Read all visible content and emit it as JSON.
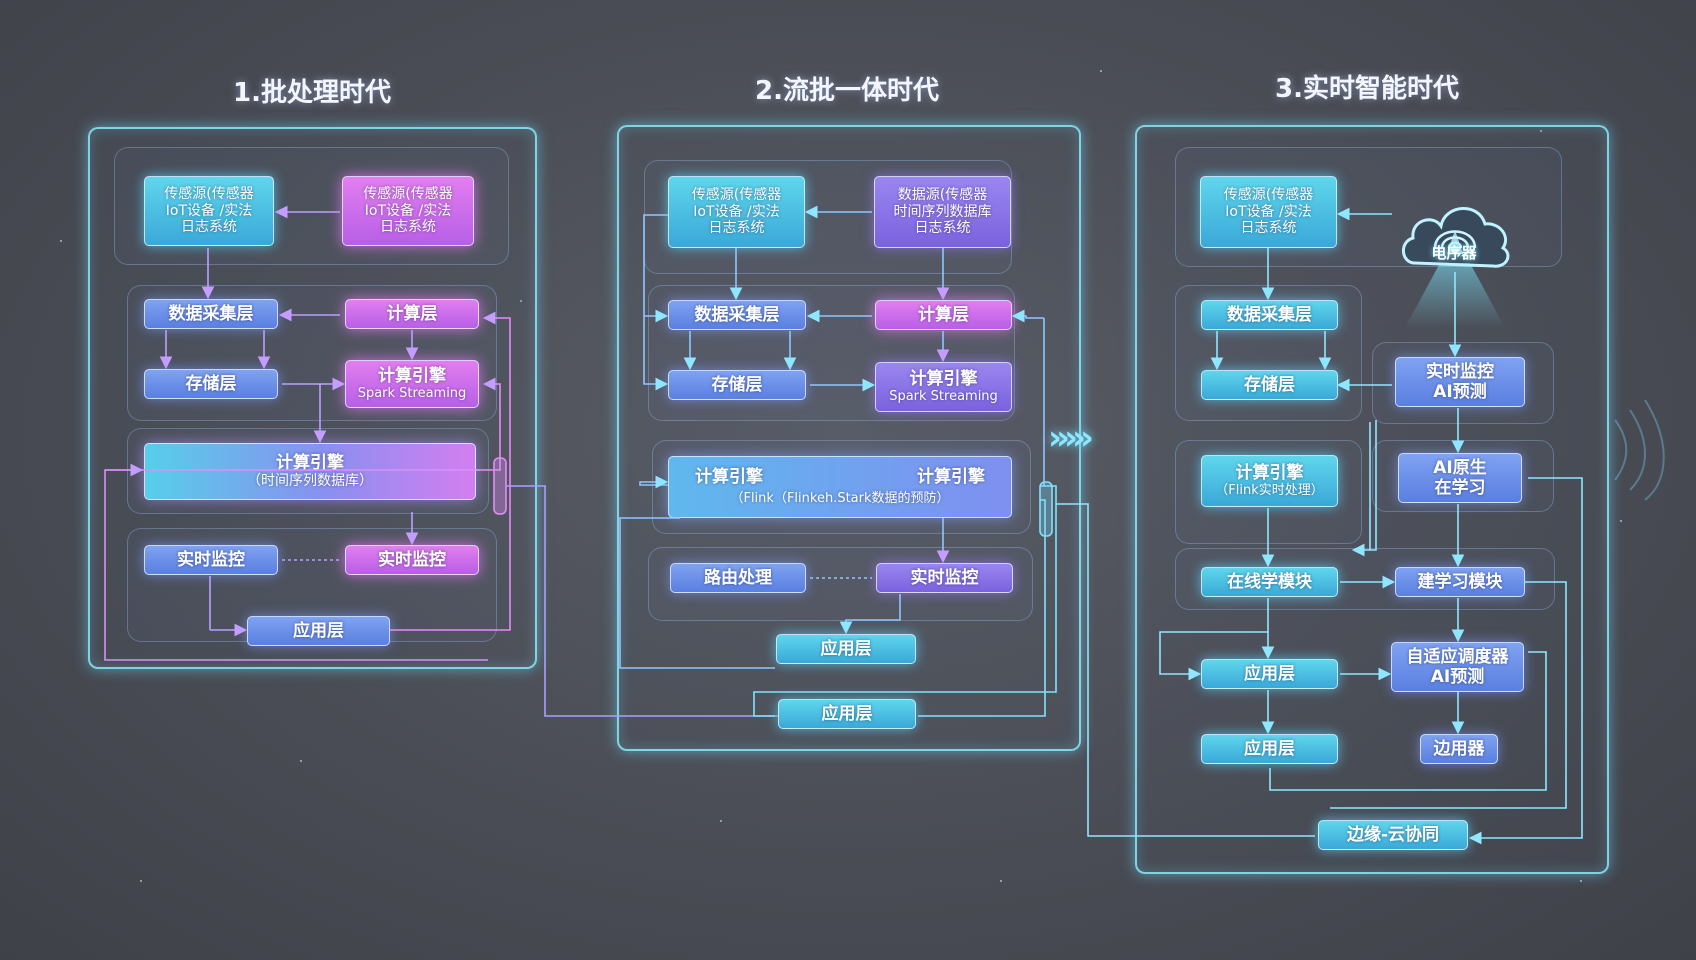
{
  "stages": [
    {
      "title": "1.批处理时代",
      "source_a": [
        "传感源(传感器",
        "IoT设备 /实法",
        "日志系统"
      ],
      "source_b": [
        "传感源(传感器",
        "IoT设备 /实法",
        "日志系统"
      ],
      "collect": "数据采集层",
      "compute": "计算层",
      "storage": "存储层",
      "engine_main": "计算引擎",
      "engine_sub": "Spark Streaming",
      "engine_big_main": "计算引擎",
      "engine_big_sub": "（时间序列数据库）",
      "monitor_a": "实时监控",
      "monitor_b": "实时监控",
      "app": "应用层"
    },
    {
      "title": "2.流批一体时代",
      "source_a": [
        "传感源(传感器",
        "IoT设备 /实法",
        "日志系统"
      ],
      "source_b": [
        "数据源(传感器",
        "时间序列数据库",
        "日志系统"
      ],
      "collect": "数据采集层",
      "compute": "计算层",
      "storage": "存储层",
      "engine_main": "计算引擎",
      "engine_sub": "Spark Streaming",
      "engine_wide_left": "计算引擎",
      "engine_wide_right": "计算引擎",
      "engine_wide_sub": "（Flink（Flinkeh.Stark数据的预防）",
      "monitor_a": "路由处理",
      "monitor_b": "实时监控",
      "app_a": "应用层",
      "app_b": "应用层"
    },
    {
      "title": "3.实时智能时代",
      "source": [
        "传感源(传感器",
        "IoT设备 /实法",
        "日志系统"
      ],
      "cloud": "电序器",
      "collect": "数据采集层",
      "storage": "存储层",
      "monitor_ai": [
        "实时监控",
        "AI预测"
      ],
      "engine_main": "计算引擎",
      "engine_sub": "（Flink实时处理）",
      "ai_native": [
        "AI原生",
        "在学习"
      ],
      "online_learning": "在线学模块",
      "learning_module": "建学习模块",
      "app_a": "应用层",
      "scheduler": [
        "自适应调度器",
        "AI预测"
      ],
      "app_b": "应用层",
      "edge_app": "边用器",
      "edge_cloud": "边缘-云协同"
    }
  ],
  "colors": {
    "frame": "#8cebfa",
    "wire_cyan": "#7fe3ff",
    "wire_violet": "#b98cff",
    "wire_pink": "#e58cf7"
  }
}
